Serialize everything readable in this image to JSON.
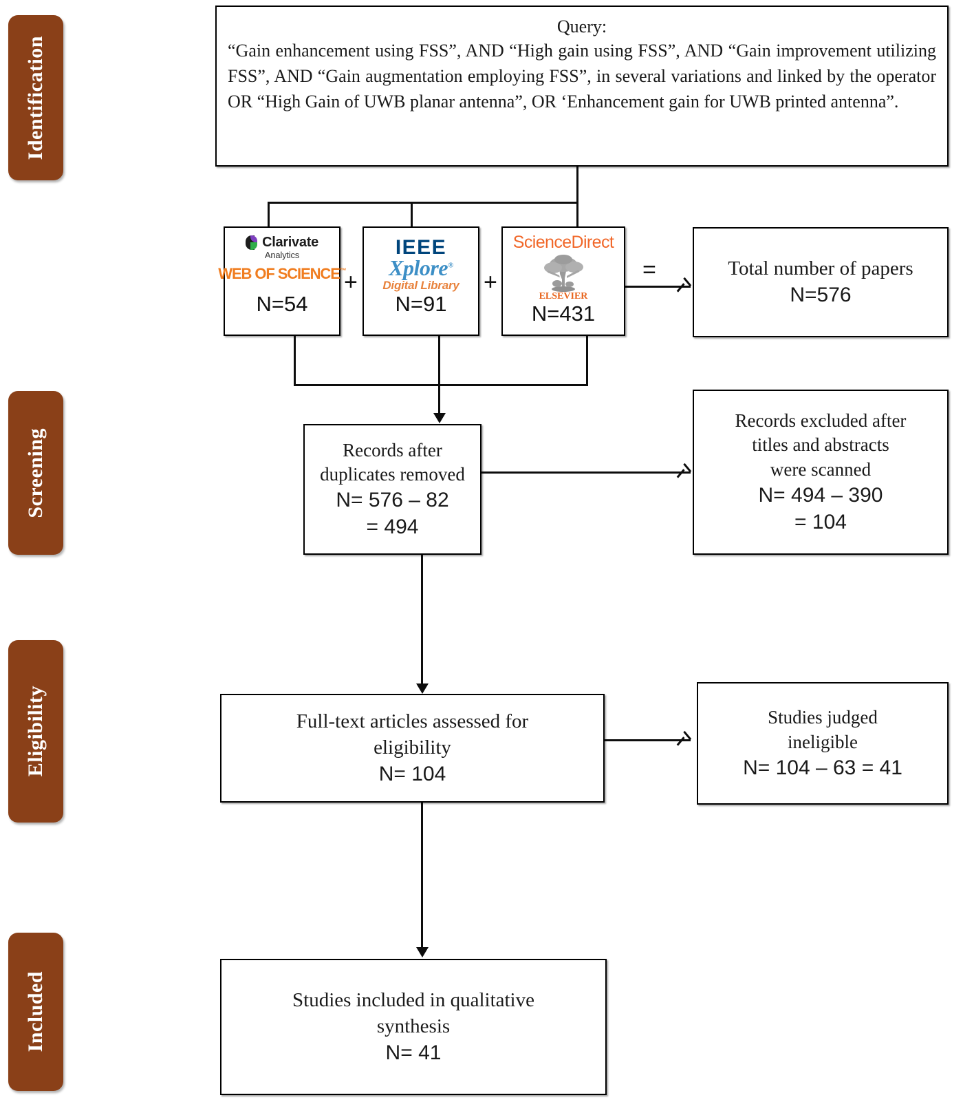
{
  "diagram": {
    "title": "PRISMA flow diagram",
    "accent_color": "#8a4018",
    "line_color": "#0d0d0d"
  },
  "stages": [
    {
      "label": "Identification"
    },
    {
      "label": "Screening"
    },
    {
      "label": "Eligibility"
    },
    {
      "label": "Included"
    }
  ],
  "query_box": {
    "title": "Query:",
    "body": "“Gain enhancement using FSS”, AND “High gain using FSS”, AND “Gain improvement utilizing FSS”, AND “Gain augmentation employing FSS”, in several variations and linked by the operator OR “High Gain of UWB planar antenna”, OR ‘Enhancement gain for UWB printed antenna”."
  },
  "databases": [
    {
      "id": "web-of-science",
      "logo_text_primary": "Clarivate",
      "logo_text_secondary": "Analytics",
      "logo_text_brand": "WEB OF SCIENCE",
      "logo_text_brand_mark": "™",
      "count": "N=54",
      "brand_color": "#f07d20"
    },
    {
      "id": "ieee-xplore",
      "logo_text_primary": "IEEE",
      "logo_text_secondary": "Xplore",
      "logo_text_mark": "®",
      "logo_text_brand": "Digital Library",
      "count": "N=91",
      "brand_color": "#00457c"
    },
    {
      "id": "sciencedirect",
      "logo_text_primary": "ScienceDirect",
      "logo_text_brand": "ELSEVIER",
      "count": "N=431",
      "brand_color": "#f1682a"
    }
  ],
  "operators": {
    "plus_1": "+",
    "plus_2": "+",
    "equals": "="
  },
  "nodes": {
    "total_papers": {
      "line1": "Total number of papers",
      "line2": "N=576"
    },
    "records_after_duplicates": {
      "line1": "Records after",
      "line2": "duplicates removed",
      "line3": "N= 576 – 82",
      "line4": "= 494"
    },
    "records_excluded": {
      "line1": "Records excluded after",
      "line2": "titles and abstracts",
      "line3": "were scanned",
      "line4": "N= 494 – 390",
      "line5": "= 104"
    },
    "full_text_assessed": {
      "line1": "Full-text articles assessed for",
      "line2": "eligibility",
      "line3": "N= 104"
    },
    "studies_ineligible": {
      "line1": "Studies judged",
      "line2": "ineligible",
      "line3": "N= 104 – 63 = 41"
    },
    "studies_included": {
      "line1": "Studies included in qualitative",
      "line2": "synthesis",
      "line3": "N= 41"
    }
  }
}
